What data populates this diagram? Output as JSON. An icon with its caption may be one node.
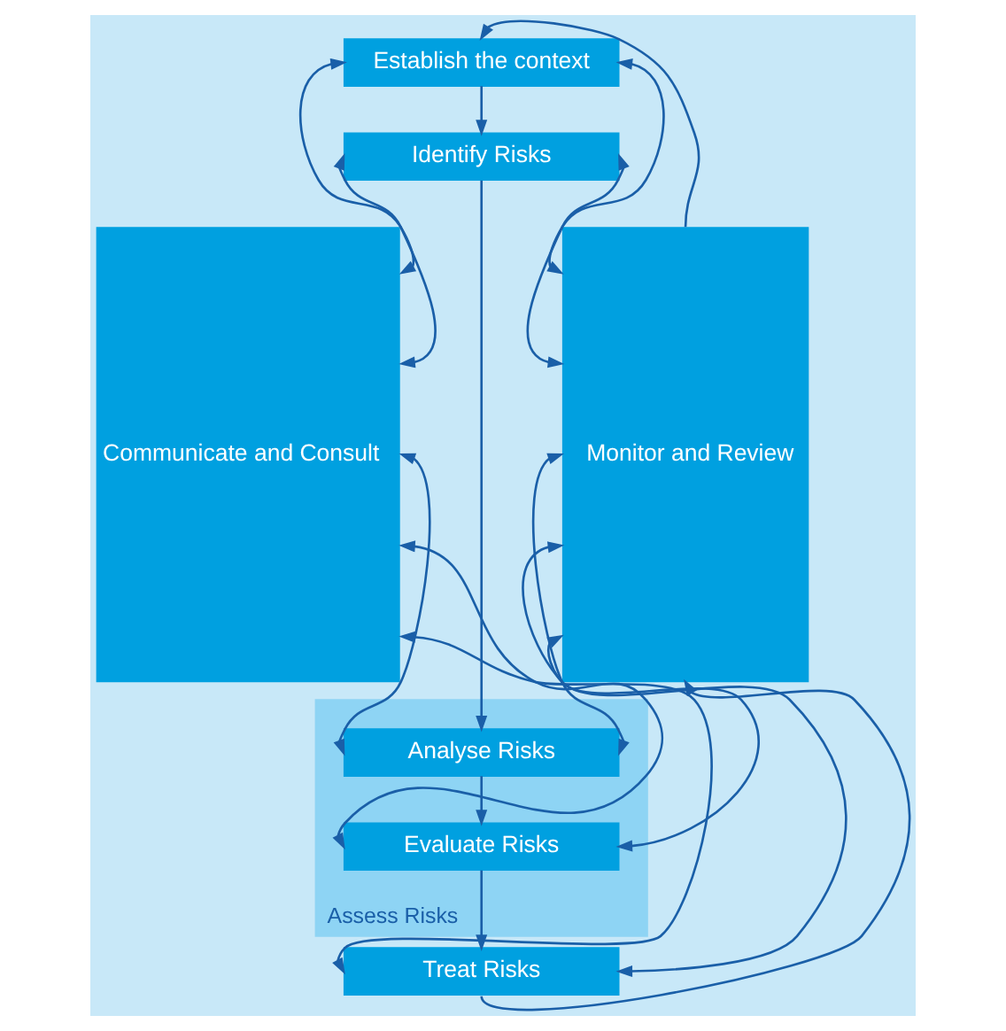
{
  "diagram": {
    "nodes": [
      {
        "text": [
          "Communicate and Consult"
        ]
      },
      {
        "text": [
          "Establish the context"
        ]
      },
      {
        "text": [
          "Identify Risks"
        ]
      },
      {
        "text": [
          "Assess Risks"
        ]
      },
      {
        "text": [
          "Analyse Risks"
        ],
        "in": 3
      },
      {
        "text": [
          "Evaluate Risks"
        ],
        "in": 3
      },
      {
        "text": [
          "Treat Risks"
        ]
      },
      {
        "text": [
          "Monitor and Review"
        ]
      }
    ],
    "edges": [
      {
        "from": 0,
        "to": 1,
        "arrow": "both"
      },
      {
        "from": 0,
        "to": 2,
        "arrow": "both"
      },
      {
        "from": 0,
        "to": 4,
        "arrow": "both"
      },
      {
        "from": 0,
        "to": 5,
        "arrow": "both"
      },
      {
        "from": 0,
        "to": 6,
        "arrow": "both"
      },
      {
        "from": 1,
        "to": 2,
        "arrow": "to"
      },
      {
        "from": 2,
        "to": 4,
        "arrow": "to"
      },
      {
        "from": 4,
        "to": 5,
        "arrow": "to"
      },
      {
        "from": 5,
        "to": 6,
        "arrow": "to"
      },
      {
        "from": 1,
        "to": 7,
        "arrow": "both"
      },
      {
        "from": 2,
        "to": 7,
        "arrow": "both"
      },
      {
        "from": 4,
        "to": 7,
        "arrow": "both"
      },
      {
        "from": 5,
        "to": 7,
        "arrow": "both"
      },
      {
        "from": 6,
        "to": 7,
        "arrow": "both"
      },
      {
        "from": 7,
        "to": 1,
        "arrow": "to"
      },
      {
        "from": 6,
        "to": 7,
        "arrow": "to"
      }
    ]
  }
}
